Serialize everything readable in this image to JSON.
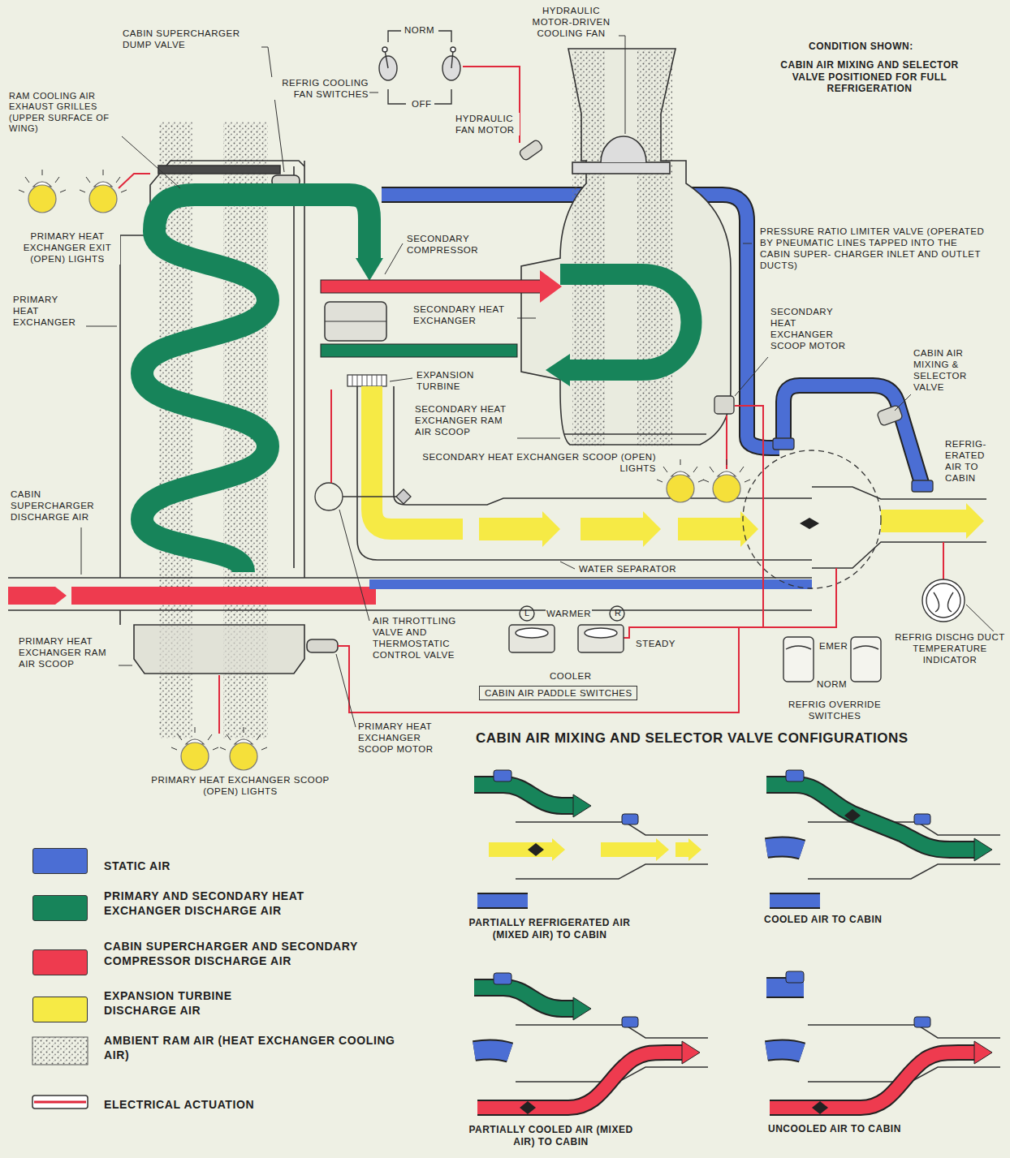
{
  "diagram": {
    "nodes": [
      {
        "text": [
          "CABIN AIR PADDLE SWITCHES"
        ]
      }
    ],
    "labels": [
      "CABIN SUPERCHARGER DUMP VALVE",
      "NORM",
      "OFF",
      "REFRIG COOLING FAN SWITCHES",
      "HYDRAULIC MOTOR-DRIVEN COOLING FAN",
      "CONDITION SHOWN:",
      "CABIN AIR MIXING AND SELECTOR VALVE POSITIONED FOR FULL REFRIGERATION",
      "RAM COOLING AIR EXHAUST GRILLES (UPPER SURFACE OF WING)",
      "HYDRAULIC FAN MOTOR",
      "PRIMARY HEAT EXCHANGER EXIT (OPEN) LIGHTS",
      "SECONDARY COMPRESSOR",
      "PRESSURE RATIO LIMITER VALVE (OPERATED BY PNEUMATIC LINES TAPPED INTO THE CABIN SUPER- CHARGER INLET AND OUTLET DUCTS)",
      "PRIMARY HEAT EXCHANGER",
      "SECONDARY HEAT EXCHANGER",
      "SECONDARY HEAT EXCHANGER SCOOP MOTOR",
      "EXPANSION TURBINE",
      "CABIN AIR MIXING & SELECTOR VALVE",
      "SECONDARY HEAT EXCHANGER RAM AIR SCOOP",
      "SECONDARY HEAT EXCHANGER SCOOP (OPEN) LIGHTS",
      "REFRIG- ERATED AIR TO CABIN",
      "CABIN SUPERCHARGER DISCHARGE AIR",
      "WATER SEPARATOR",
      "PRIMARY HEAT EXCHANGER RAM AIR SCOOP",
      "AIR THROTTLING VALVE AND THERMOSTATIC CONTROL VALVE",
      "L",
      "WARMER",
      "R",
      "STEADY",
      "COOLER",
      "REFRIG DISCHG DUCT TEMPERATURE INDICATOR",
      "EMER",
      "NORM",
      "REFRIG OVERRIDE SWITCHES",
      "PRIMARY HEAT EXCHANGER SCOOP MOTOR",
      "PRIMARY HEAT EXCHANGER SCOOP (OPEN) LIGHTS",
      "CABIN AIR MIXING AND SELECTOR VALVE CONFIGURATIONS",
      "PARTIALLY REFRIGERATED AIR (MIXED AIR) TO CABIN",
      "COOLED AIR TO CABIN",
      "PARTIALLY COOLED AIR (MIXED AIR) TO CABIN",
      "UNCOOLED AIR TO CABIN"
    ],
    "legend": [
      {
        "text": "STATIC AIR",
        "color": "#4b6ed4"
      },
      {
        "text": "PRIMARY AND SECONDARY HEAT EXCHANGER DISCHARGE AIR",
        "color": "#17845a"
      },
      {
        "text": "CABIN SUPERCHARGER AND SECONDARY COMPRESSOR DISCHARGE AIR",
        "color": "#ee3b4f"
      },
      {
        "text": "EXPANSION TURBINE DISCHARGE AIR",
        "color": "#f6ea45"
      },
      {
        "text": "AMBIENT RAM AIR (HEAT EXCHANGER COOLING AIR)"
      },
      {
        "text": "ELECTRICAL ACTUATION"
      }
    ]
  }
}
